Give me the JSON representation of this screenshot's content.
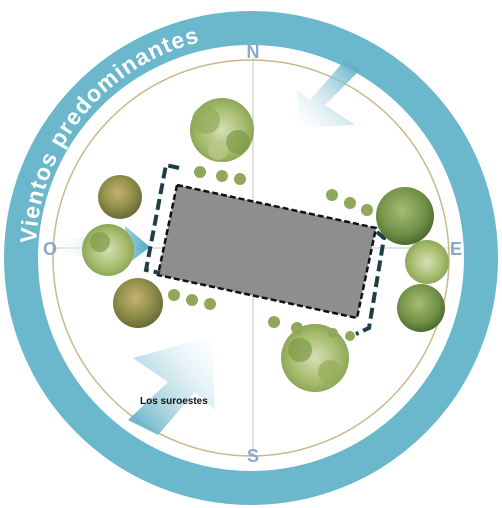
{
  "ring_title": "Vientos predominantes",
  "compass": {
    "north": "N",
    "south": "S",
    "east": "E",
    "west": "O"
  },
  "wind_label": "Los suroestes",
  "colors": {
    "ring": "#6bb8cc",
    "ring_text": "#ffffff",
    "compass_letter": "#8aa9c9",
    "inner_circle": "#c9b98a",
    "building_fill": "#8e8e90",
    "building_stroke": "#111111",
    "wall": "#1f3f47",
    "arrow": "#5fb0c8",
    "tree_dark": "#5f7f3a",
    "tree_light": "#a4b96a"
  },
  "icons": [
    "tree-icon",
    "shrub-icon",
    "wind-arrow-icon"
  ]
}
